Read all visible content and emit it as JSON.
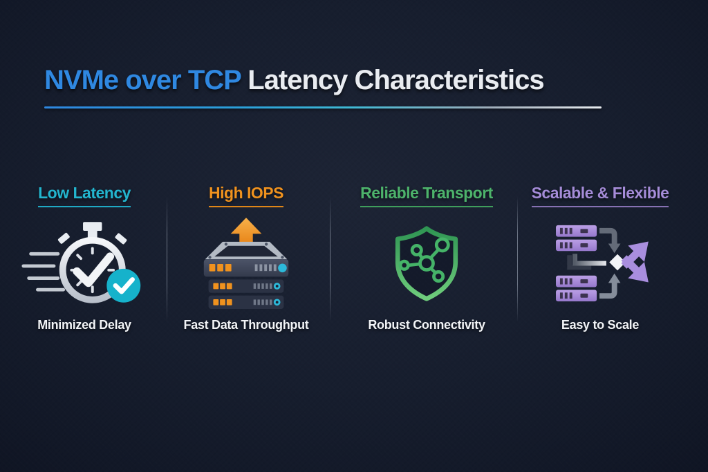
{
  "title": {
    "highlight": "NVMe over TCP",
    "rest": " Latency Characteristics"
  },
  "colors": {
    "background": "#161d2c",
    "title_highlight": "#2f88e1",
    "title_rest": "#e9ecf1",
    "caption_text": "#f2f4f7",
    "divider": "#d2dceb",
    "teal_accent": "#23b5ce",
    "orange_accent": "#f0921e",
    "green_accent": "#4db36b",
    "purple_accent": "#a58cd8"
  },
  "columns": [
    {
      "title": "Low Latency",
      "caption": "Minimized Delay",
      "accent": "#23b5ce",
      "icon": "stopwatch-check-icon"
    },
    {
      "title": "High IOPS",
      "caption": "Fast Data Throughput",
      "accent": "#f0921e",
      "icon": "server-stack-upload-icon"
    },
    {
      "title": "Reliable Transport",
      "caption": "Robust Connectivity",
      "accent": "#4db36b",
      "icon": "shield-network-icon"
    },
    {
      "title": "Scalable & Flexible",
      "caption": "Easy to Scale",
      "accent": "#a58cd8",
      "icon": "scaling-servers-icon"
    }
  ]
}
